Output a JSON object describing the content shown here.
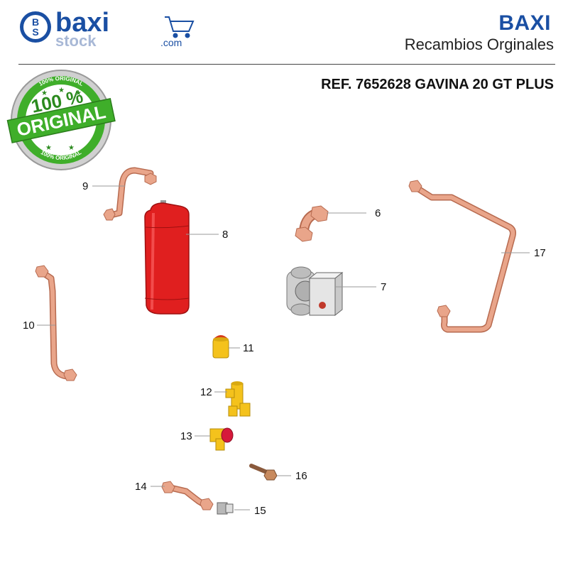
{
  "header": {
    "logo_main": "baxi",
    "logo_sub": "stock",
    "logo_domain": ".com",
    "logo_monogram_top": "B",
    "logo_monogram_bottom": "S",
    "brand": "BAXI",
    "tagline": "Recambios Orginales"
  },
  "reference": "REF. 7652628 GAVINA 20 GT PLUS",
  "badge": {
    "percent": "100 %",
    "word": "ORIGINAL",
    "ring_text": "100% ORIGINAL"
  },
  "parts": [
    {
      "number": "6",
      "name": "elbow-pipe"
    },
    {
      "number": "7",
      "name": "circulating-pump"
    },
    {
      "number": "8",
      "name": "expansion-vessel"
    },
    {
      "number": "9",
      "name": "bent-pipe"
    },
    {
      "number": "10",
      "name": "long-pipe"
    },
    {
      "number": "11",
      "name": "air-vent-cap"
    },
    {
      "number": "12",
      "name": "brass-tee"
    },
    {
      "number": "13",
      "name": "safety-valve"
    },
    {
      "number": "14",
      "name": "short-pipe"
    },
    {
      "number": "15",
      "name": "connector"
    },
    {
      "number": "16",
      "name": "probe"
    },
    {
      "number": "17",
      "name": "return-pipe"
    }
  ],
  "colors": {
    "brand_blue": "#1a4fa3",
    "copper": "#e9a58a",
    "copper_stroke": "#b76a4f",
    "vessel_red": "#e01f1f",
    "brass": "#f4c21c",
    "badge_green": "#3fae2a"
  }
}
